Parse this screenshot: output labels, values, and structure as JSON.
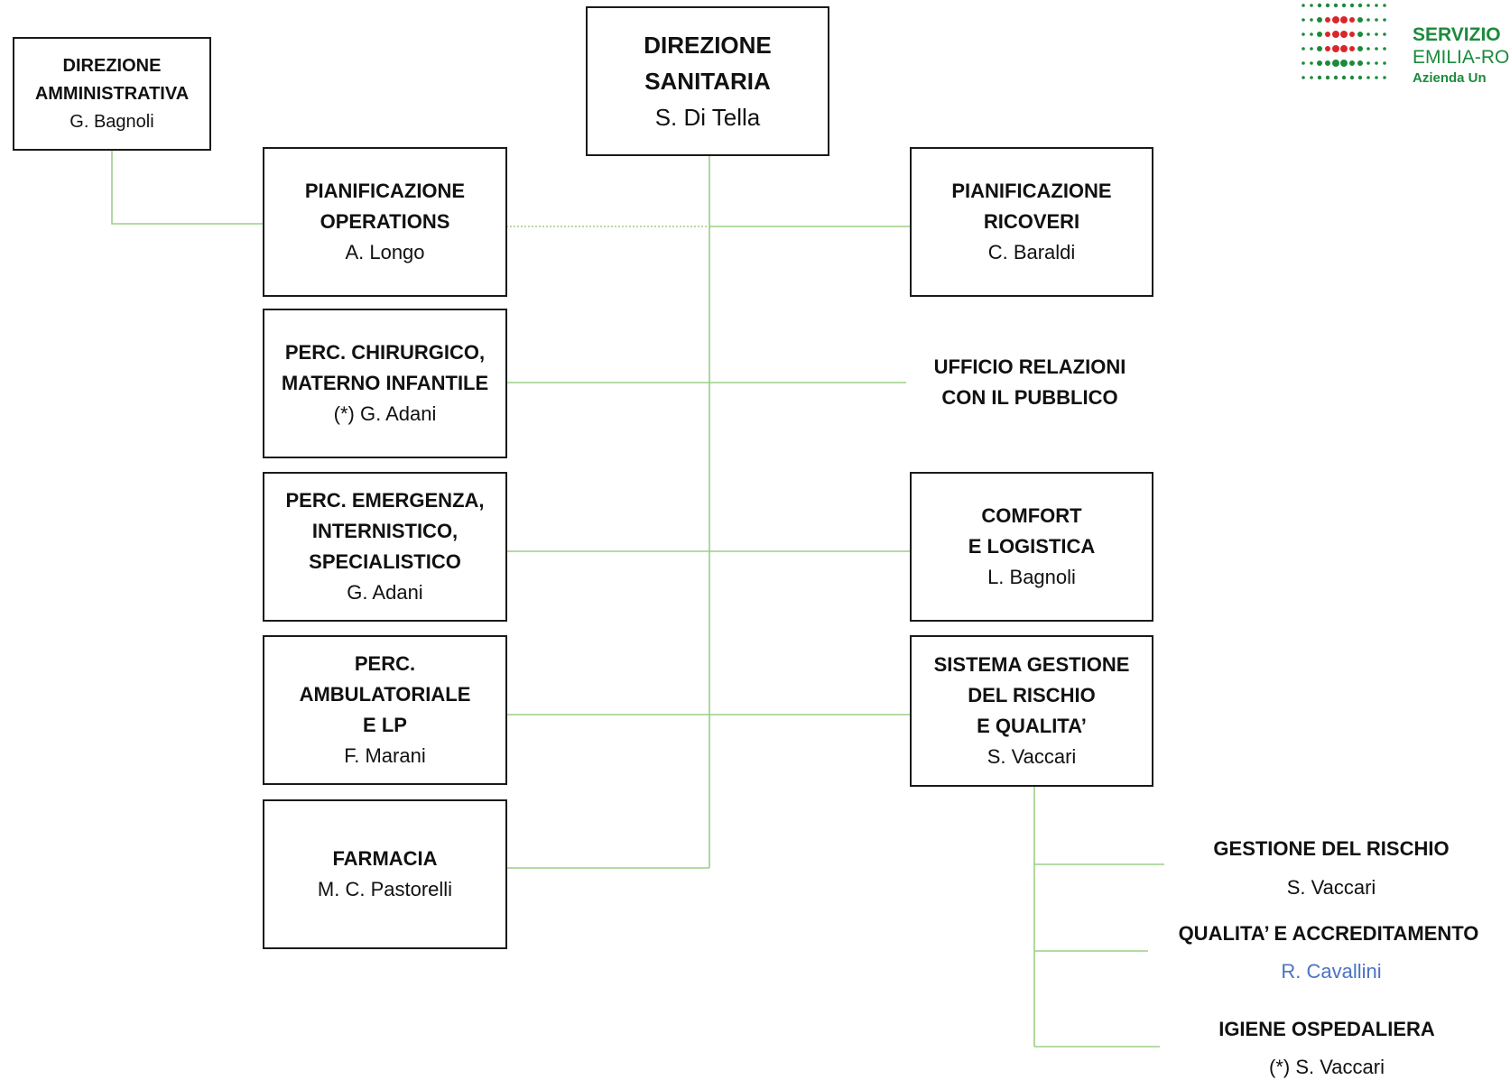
{
  "logo": {
    "line1": "SERVIZIO",
    "line2": "EMILIA-RO",
    "line3": "Azienda Un",
    "green": "#1c8a3c",
    "red": "#d9262b"
  },
  "colors": {
    "connector": "#9ccf86",
    "border": "#1a1a1a",
    "highlight_name": "#4a72c4"
  },
  "direzione_amministrativa": {
    "title_lines": [
      "DIREZIONE",
      "AMMINISTRATIVA"
    ],
    "person": "G. Bagnoli"
  },
  "direzione_sanitaria": {
    "title_lines": [
      "DIREZIONE",
      "SANITARIA"
    ],
    "person": "S. Di Tella"
  },
  "left_units": [
    {
      "title_lines": [
        "PIANIFICAZIONE",
        "OPERATIONS"
      ],
      "person": "A. Longo"
    },
    {
      "title_lines": [
        "PERC. CHIRURGICO,",
        "MATERNO INFANTILE"
      ],
      "person": "(*) G. Adani"
    },
    {
      "title_lines": [
        "PERC. EMERGENZA,",
        "INTERNISTICO,",
        "SPECIALISTICO"
      ],
      "person": "G. Adani"
    },
    {
      "title_lines": [
        "PERC.",
        "AMBULATORIALE",
        "E LP"
      ],
      "person": "F. Marani"
    },
    {
      "title_lines": [
        "FARMACIA"
      ],
      "person": "M. C. Pastorelli"
    }
  ],
  "right_units": [
    {
      "title_lines": [
        "PIANIFICAZIONE",
        "RICOVERI"
      ],
      "person": "C. Baraldi"
    },
    {
      "title_lines": [
        "UFFICIO RELAZIONI",
        "CON IL PUBBLICO"
      ]
    },
    {
      "title_lines": [
        "COMFORT",
        "E LOGISTICA"
      ],
      "person": "L. Bagnoli"
    },
    {
      "title_lines": [
        "SISTEMA GESTIONE",
        "DEL RISCHIO",
        "E QUALITA’"
      ],
      "person": "S. Vaccari"
    }
  ],
  "sub_units": [
    {
      "title": "GESTIONE DEL RISCHIO",
      "person": "S. Vaccari"
    },
    {
      "title": "QUALITA’ E ACCREDITAMENTO",
      "person": "R. Cavallini"
    },
    {
      "title": "IGIENE OSPEDALIERA",
      "person": "(*) S. Vaccari"
    }
  ]
}
